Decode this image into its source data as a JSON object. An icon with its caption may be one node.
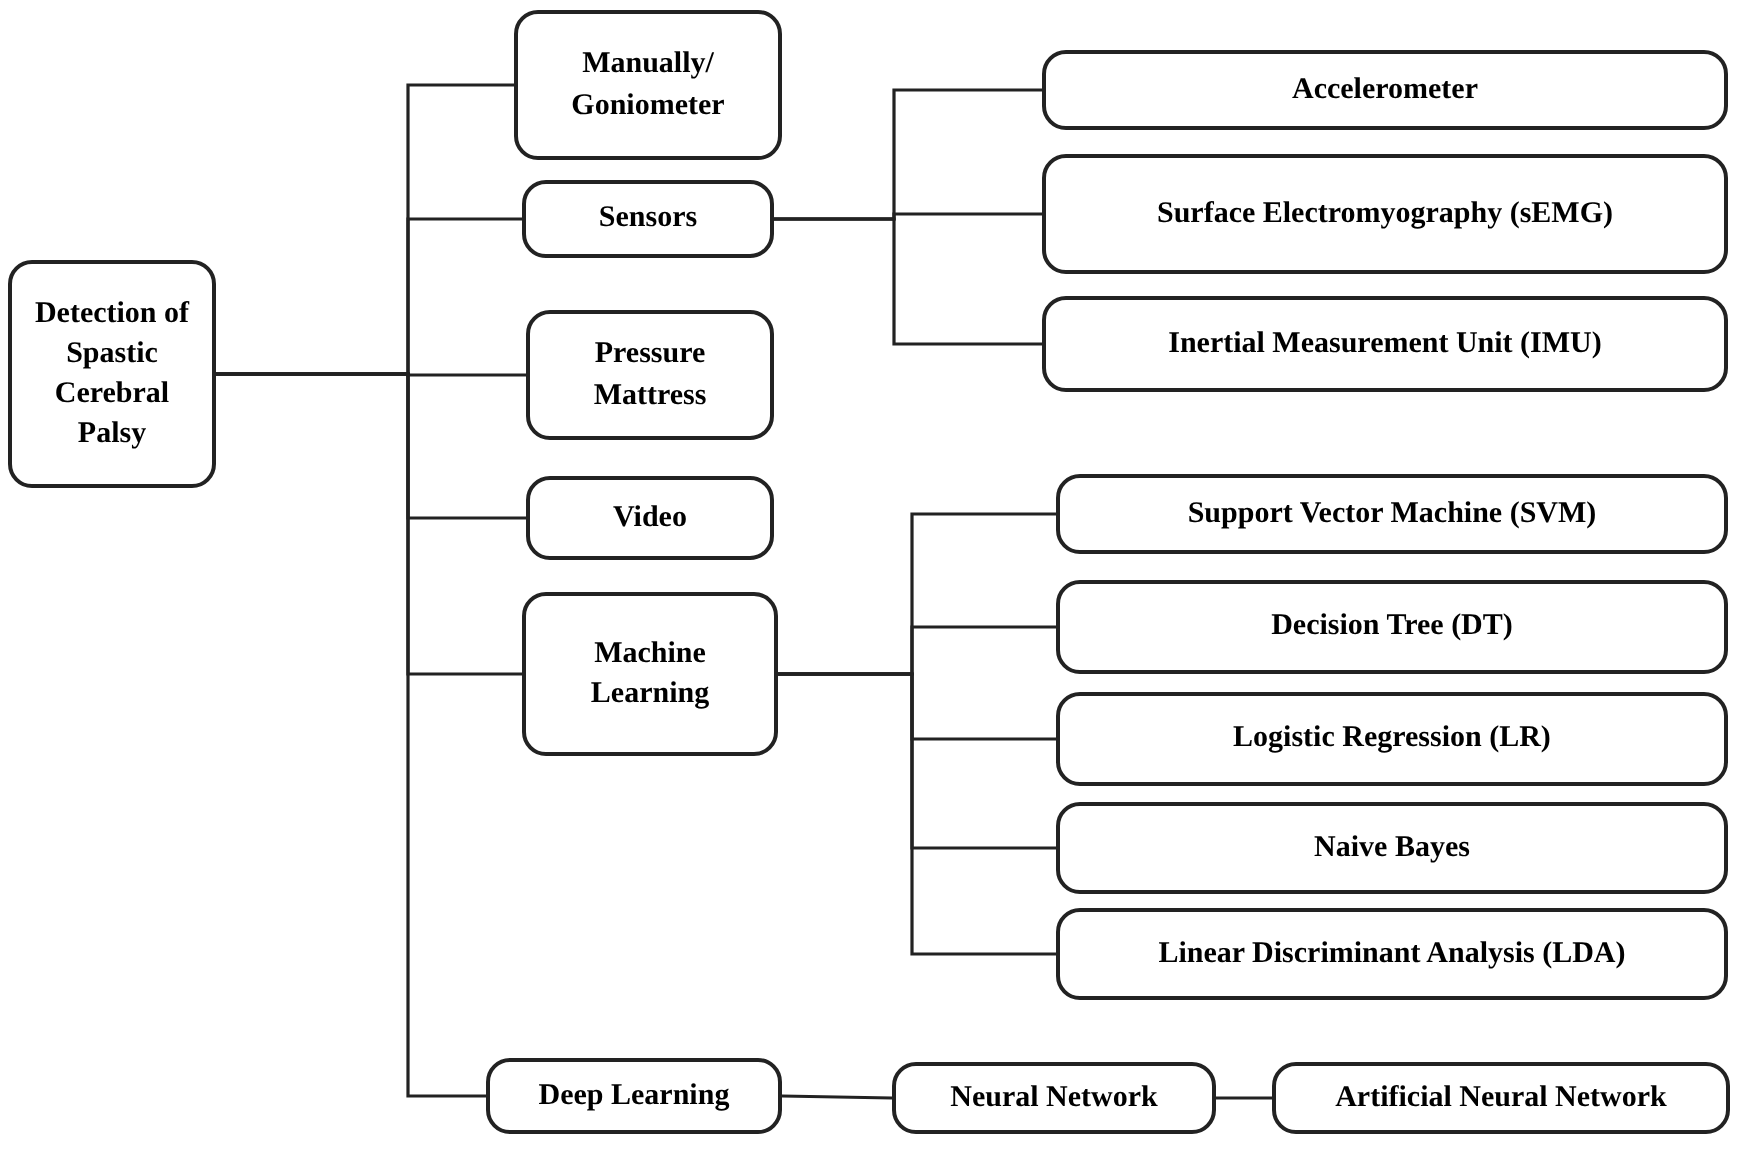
{
  "diagram": {
    "nodes": [
      {
        "text": [
          "Detection of Spastic Cerebral Palsy"
        ]
      },
      {
        "text": [
          "Manually/ Goniometer"
        ]
      },
      {
        "text": [
          "Sensors"
        ]
      },
      {
        "text": [
          "Pressure Mattress"
        ]
      },
      {
        "text": [
          "Video"
        ]
      },
      {
        "text": [
          "Machine Learning"
        ]
      },
      {
        "text": [
          "Deep Learning"
        ]
      },
      {
        "text": [
          "Accelerometer"
        ]
      },
      {
        "text": [
          "Surface Electromyography (sEMG)"
        ]
      },
      {
        "text": [
          "Inertial Measurement Unit (IMU)"
        ]
      },
      {
        "text": [
          "Support Vector Machine (SVM)"
        ]
      },
      {
        "text": [
          "Decision Tree (DT)"
        ]
      },
      {
        "text": [
          "Logistic Regression (LR)"
        ]
      },
      {
        "text": [
          "Naive Bayes"
        ]
      },
      {
        "text": [
          "Linear Discriminant Analysis (LDA)"
        ]
      },
      {
        "text": [
          "Neural Network"
        ]
      },
      {
        "text": [
          "Artificial Neural Network"
        ]
      }
    ],
    "edges": [
      {
        "from": 0,
        "to": 1,
        "arrow": "none"
      },
      {
        "from": 0,
        "to": 2,
        "arrow": "none"
      },
      {
        "from": 0,
        "to": 3,
        "arrow": "none"
      },
      {
        "from": 0,
        "to": 4,
        "arrow": "none"
      },
      {
        "from": 0,
        "to": 5,
        "arrow": "none"
      },
      {
        "from": 0,
        "to": 6,
        "arrow": "none"
      },
      {
        "from": 2,
        "to": 7,
        "arrow": "none"
      },
      {
        "from": 2,
        "to": 8,
        "arrow": "none"
      },
      {
        "from": 2,
        "to": 9,
        "arrow": "none"
      },
      {
        "from": 5,
        "to": 10,
        "arrow": "none"
      },
      {
        "from": 5,
        "to": 11,
        "arrow": "none"
      },
      {
        "from": 5,
        "to": 12,
        "arrow": "none"
      },
      {
        "from": 5,
        "to": 13,
        "arrow": "none"
      },
      {
        "from": 5,
        "to": 14,
        "arrow": "none"
      },
      {
        "from": 6,
        "to": 15,
        "arrow": "none"
      },
      {
        "from": 15,
        "to": 16,
        "arrow": "none"
      }
    ]
  }
}
